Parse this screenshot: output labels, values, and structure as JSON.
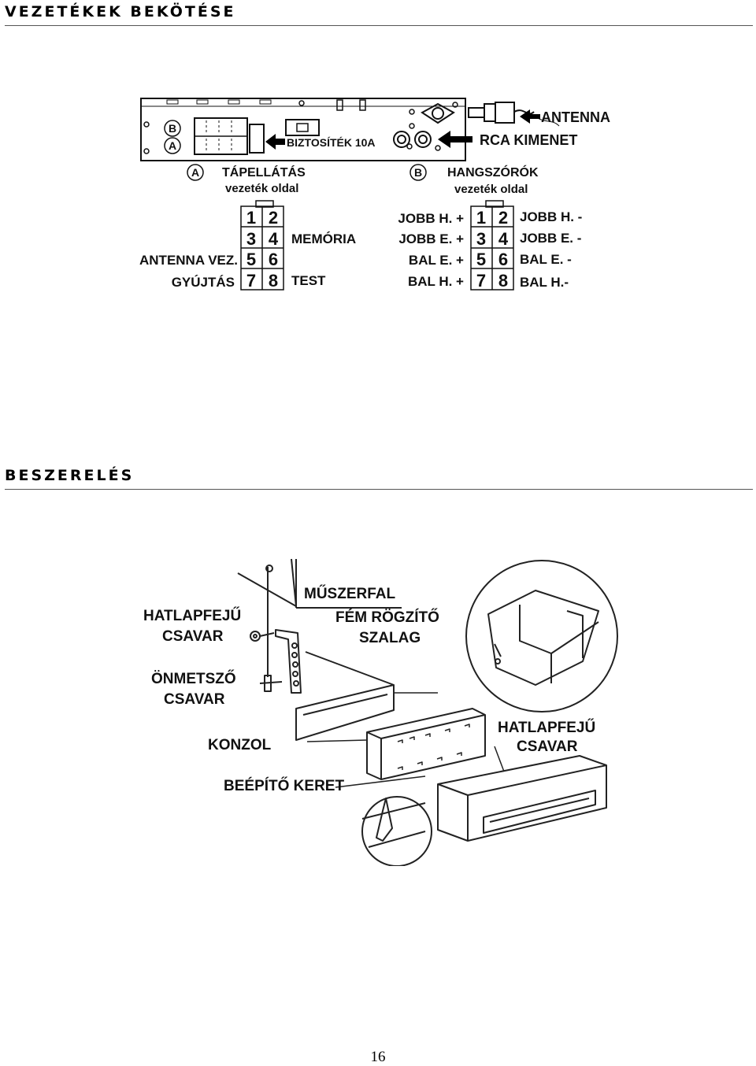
{
  "sections": {
    "wiring_title": "VEZETÉKEK BEKÖTÉSE",
    "install_title": "BESZERELÉS"
  },
  "wiring": {
    "connector_labels": [
      "B",
      "A"
    ],
    "fuse_label": "BIZTOSÍTÉK 10A",
    "antenna_label": "ANTENNA",
    "rca_label": "RCA KIMENET",
    "power": {
      "marker": "A",
      "title": "TÁPELLÁTÁS",
      "subtitle": "vezeték oldal",
      "pins": [
        "1",
        "2",
        "3",
        "4",
        "5",
        "6",
        "7",
        "8"
      ],
      "left_labels": {
        "antenna": "ANTENNA VEZ.",
        "ignition": "GYÚJTÁS"
      },
      "right_labels": {
        "memory": "MEMÓRIA",
        "ground": "TEST"
      }
    },
    "speakers": {
      "marker": "B",
      "title": "HANGSZÓRÓK",
      "subtitle": "vezeték oldal",
      "pins": [
        "1",
        "2",
        "3",
        "4",
        "5",
        "6",
        "7",
        "8"
      ],
      "left_labels": [
        "JOBB H. +",
        "JOBB E. +",
        "BAL E. +",
        "BAL H. +"
      ],
      "right_labels": [
        "JOBB H. -",
        "JOBB E. -",
        "BAL E. -",
        "BAL H.-"
      ]
    }
  },
  "installation": {
    "labels": {
      "dashboard": "MŰSZERFAL",
      "hex_screw_1": "HATLAPFEJŰ\nCSAVAR",
      "metal_strap": "FÉM RÖGZÍTŐ\nSZALAG",
      "self_tap_screw": "ÖNMETSZŐ\nCSAVAR",
      "bracket": "KONZOL",
      "mount_frame": "BEÉPÍTŐ KERET",
      "hex_screw_2": "HATLAPFEJŰ\nCSAVAR"
    },
    "label_lines": {
      "hex_screw_1": [
        "HATLAPFEJŰ",
        "CSAVAR"
      ],
      "metal_strap": [
        "FÉM RÖGZÍTŐ",
        "SZALAG"
      ],
      "self_tap_screw": [
        "ÖNMETSZŐ",
        "CSAVAR"
      ],
      "hex_screw_2": [
        "HATLAPFEJŰ",
        "CSAVAR"
      ]
    }
  },
  "page_number": "16"
}
